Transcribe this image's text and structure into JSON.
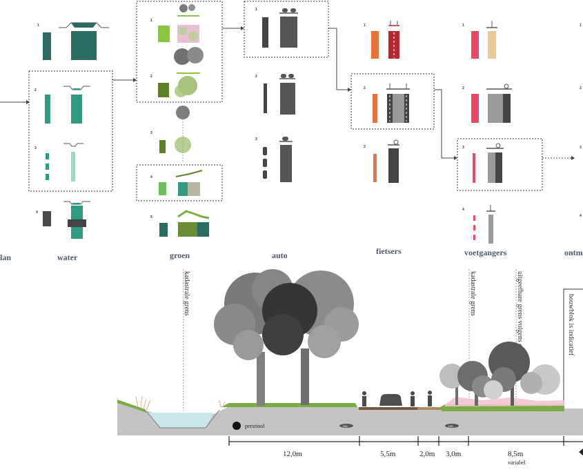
{
  "categories": {
    "plan_partial": "lan",
    "water": "water",
    "groen": "groen",
    "auto": "auto",
    "fietsers": "fietsers",
    "voetgangers": "voetgangers",
    "ontm_partial": "ontm"
  },
  "option_numbers": {
    "one": "1",
    "two": "2",
    "three": "3",
    "four": "4",
    "five": "5"
  },
  "section": {
    "kadastrale_left": "kadastrale grens",
    "kadastrale_right": "kadastrale grens",
    "uitgeefbare": "uitgeefbare grens volgens opleverkaart",
    "bouwblok": "bouwblok is indicatief",
    "persriool": "persriool",
    "hal1": "HAL",
    "hal2": "HAL"
  },
  "dimensions": {
    "d1": "12,0m",
    "d2": "5,5m",
    "d3": "2,0m",
    "d4": "3,0m",
    "d5": "8,5m",
    "d5_note": "variabel"
  },
  "colors": {
    "water_teal": "#2e8b78",
    "water_dark": "#2a6b62",
    "water_light": "#9fd4c7",
    "green_light": "#8cc63f",
    "green_dark": "#5d7f27",
    "grey_dark": "#4a4a4a",
    "grey_mid": "#8a8a8a",
    "bike_orange": "#e8743b",
    "bike_red": "#b8282e",
    "walk_pink": "#e94a62",
    "walk_tan": "#e8c99a",
    "pink_bed": "#f3c4d6"
  }
}
